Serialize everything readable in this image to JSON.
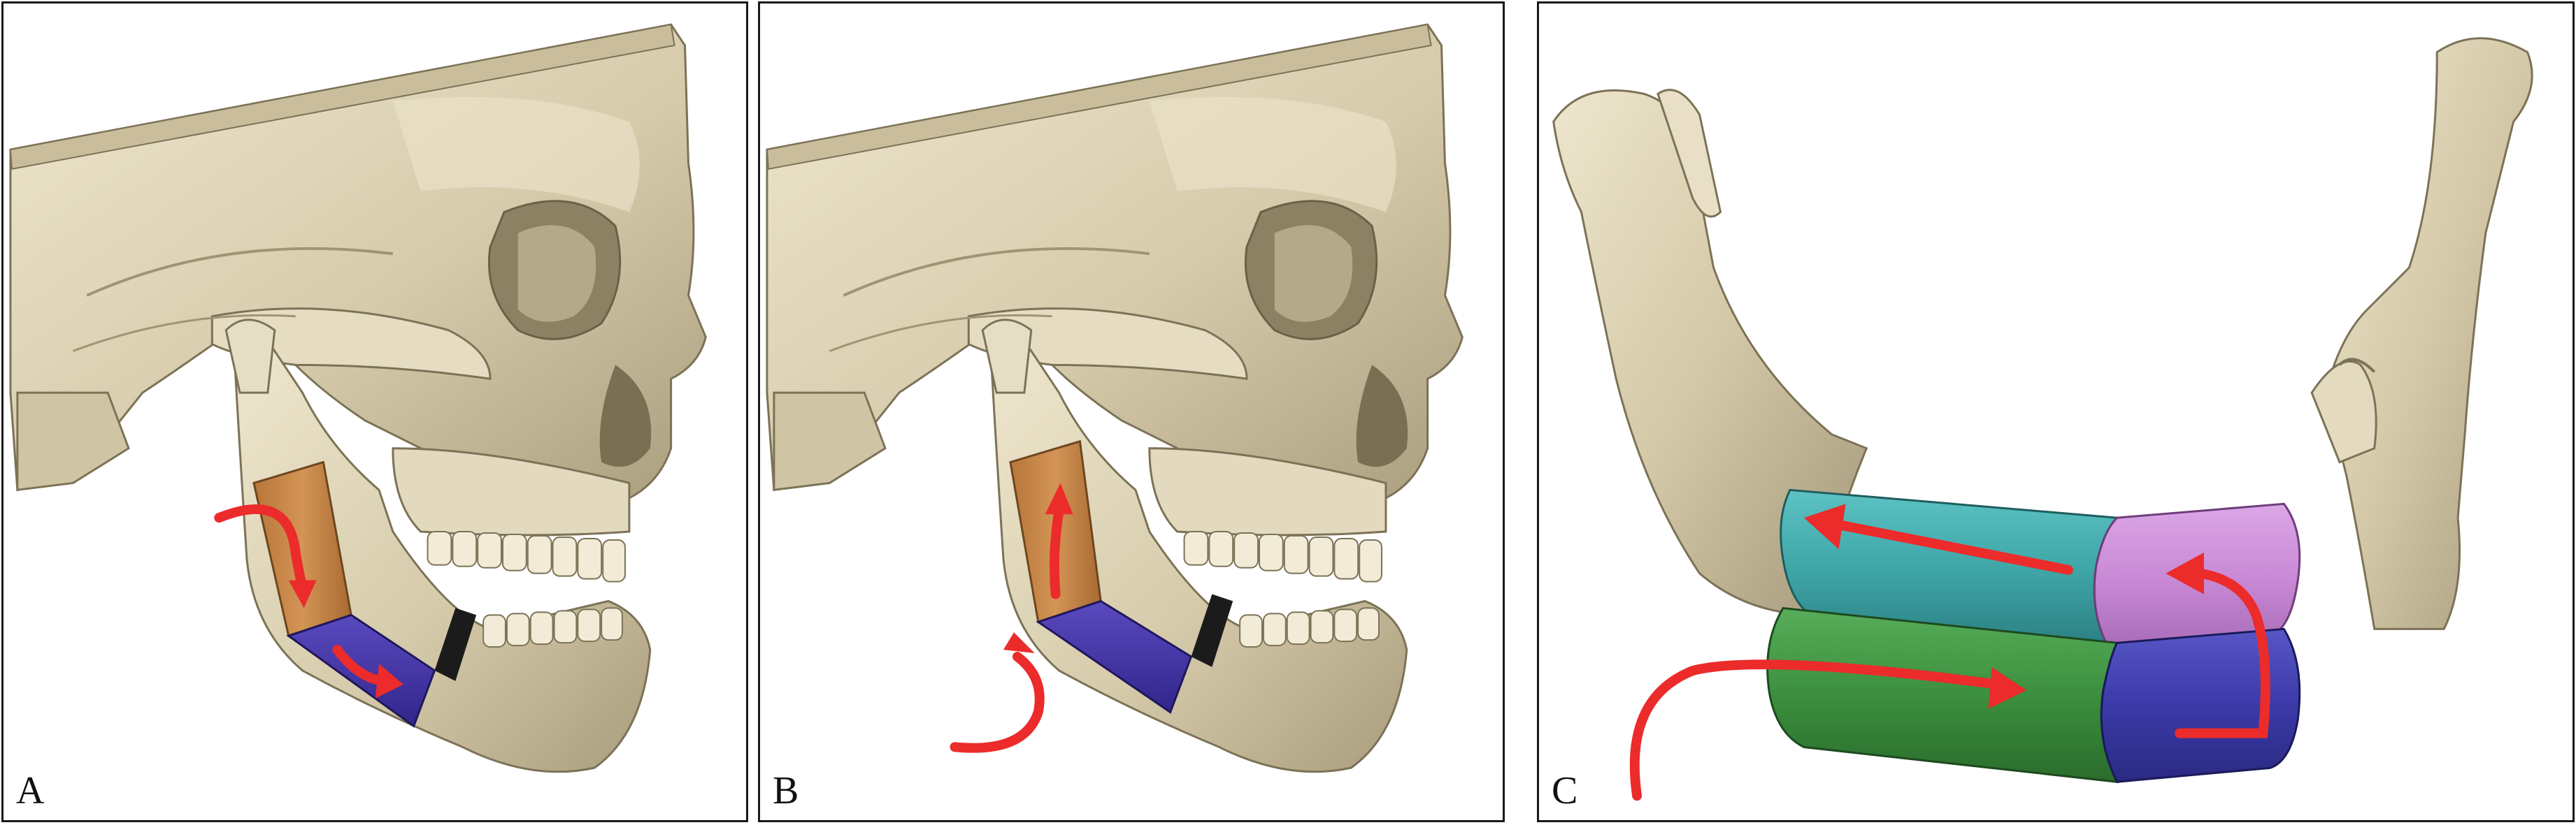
{
  "panels": [
    {
      "label": "A"
    },
    {
      "label": "B"
    },
    {
      "label": "C"
    }
  ],
  "colors": {
    "bone": "#d8ceb0",
    "bone_shadow": "#8f8466",
    "bone_highlight": "#f1ead4",
    "ramus_segment": "#c98a4a",
    "body_segment": "#4b3aa6",
    "cyan_segment": "#3fa6a8",
    "pink_segment": "#c98ad6",
    "green_segment": "#3c8f3e",
    "navy_segment": "#3b3aa8",
    "arrow": "#ec2b2b",
    "device_black": "#1b1b1b",
    "frame": "#1a1a1a"
  },
  "icons": {
    "skull": "skull-3d-render",
    "mandible": "mandible-3d-render",
    "arrow": "curved-red-arrow"
  }
}
